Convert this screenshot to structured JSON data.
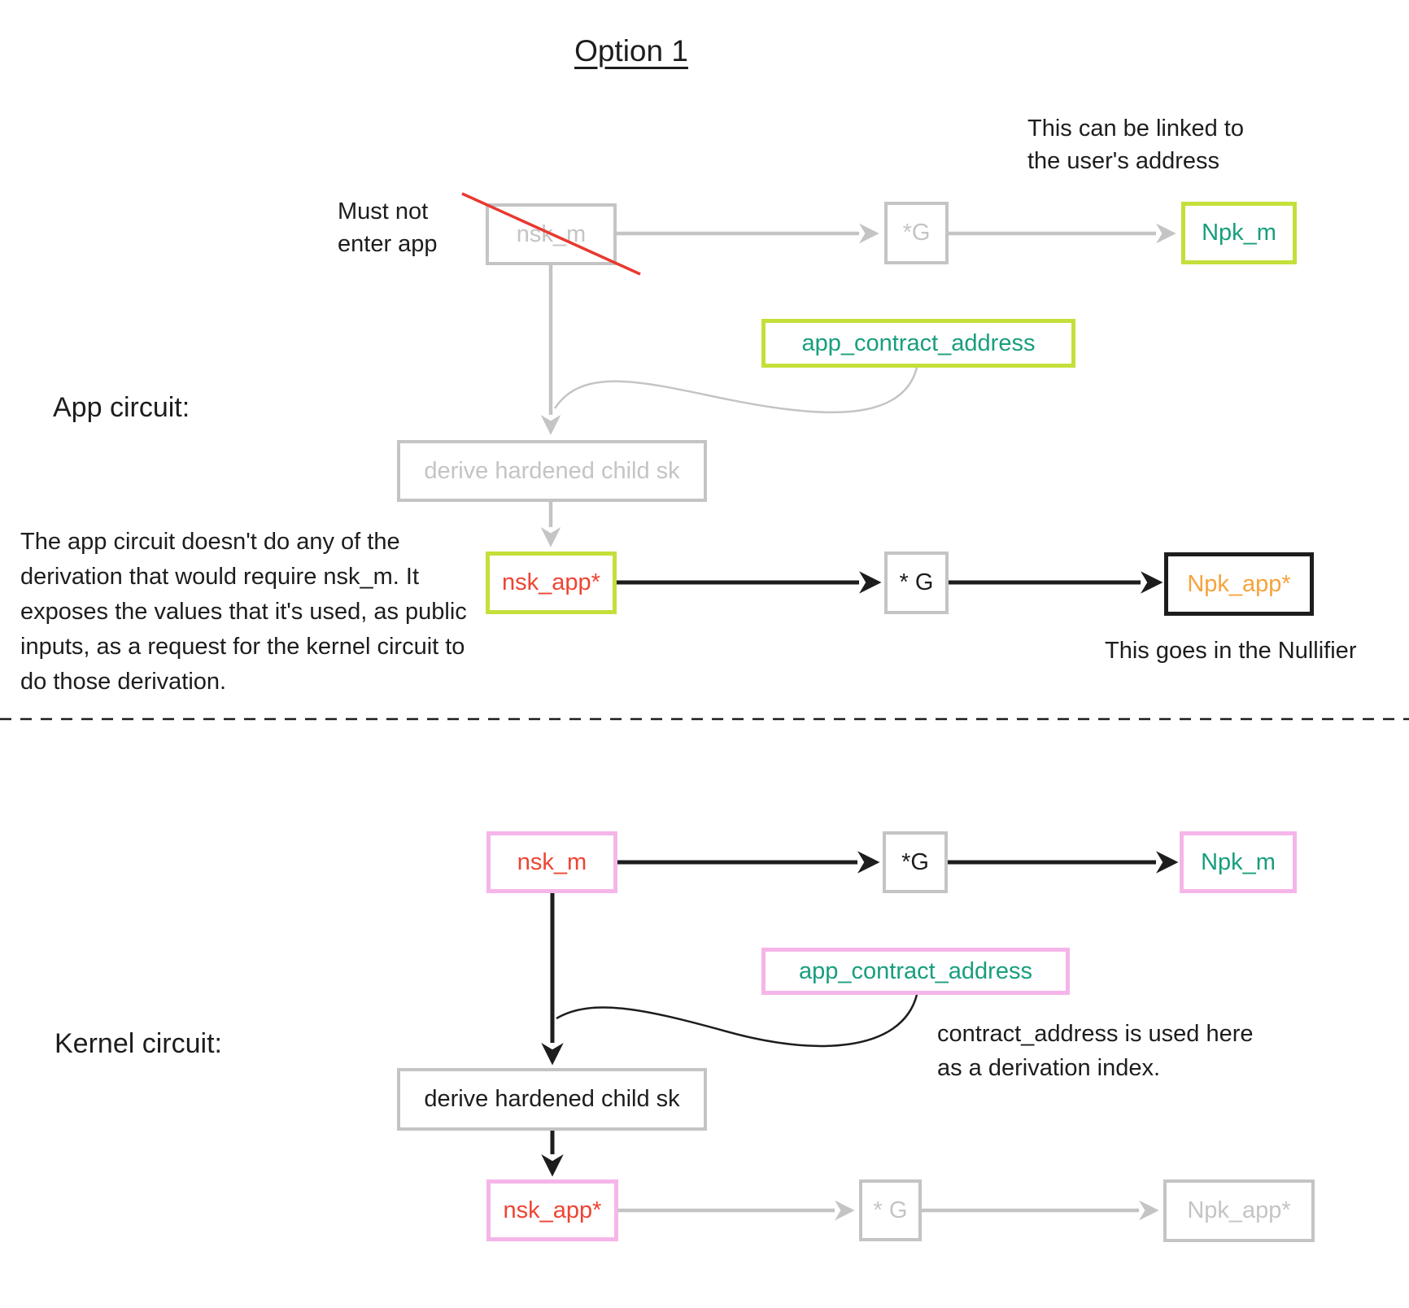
{
  "colors": {
    "lime": "#c3e03a",
    "teal": "#189e7d",
    "red": "#ee4433",
    "orange": "#f5a33c",
    "pink": "#f5b5e9",
    "gray": "#c4c4c4",
    "ink": "#1d1d1d",
    "slashred": "#e8392f"
  },
  "title": "Option 1",
  "app_circuit": {
    "section_label": "App circuit:",
    "notes": {
      "linked": "This can be linked to the user's address",
      "must_not": "Must not enter app",
      "paragraph": "The app circuit doesn't do any of the derivation that would require nsk_m. It exposes the values that it's used, as public inputs, as a request for the kernel circuit to do those derivation.",
      "nullifier": "This goes in the Nullifier"
    },
    "nodes": {
      "nsk_m": "nsk_m",
      "mul_g1": "*G",
      "npk_m": "Npk_m",
      "app_contract_address": "app_contract_address",
      "derive": "derive hardened child sk",
      "nsk_app": "nsk_app*",
      "mul_g2": "* G",
      "npk_app": "Npk_app*"
    }
  },
  "kernel_circuit": {
    "section_label": "Kernel circuit:",
    "notes": {
      "contract_index": "contract_address is used here as a derivation index."
    },
    "nodes": {
      "nsk_m": "nsk_m",
      "mul_g1": "*G",
      "npk_m": "Npk_m",
      "app_contract_address": "app_contract_address",
      "derive": "derive hardened child sk",
      "nsk_app": "nsk_app*",
      "mul_g2": "* G",
      "npk_app": "Npk_app*"
    }
  }
}
